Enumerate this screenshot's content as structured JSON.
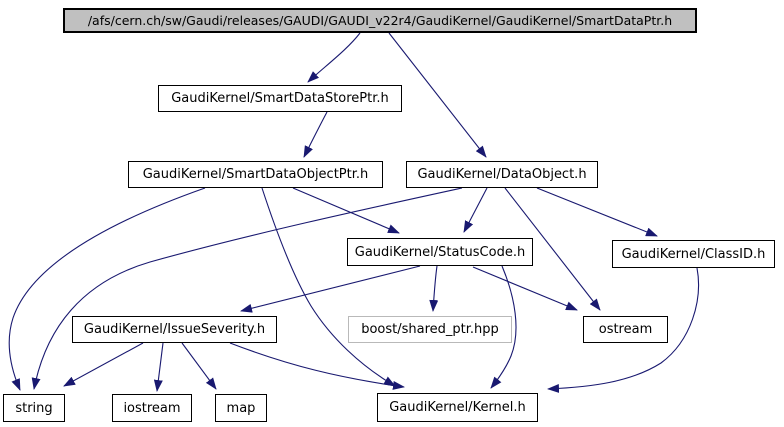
{
  "diagram": {
    "type": "include-dependency-graph",
    "colors": {
      "edge": "#191970",
      "node_border": "#000000",
      "title_fill": "#c0c0c0",
      "external_border": "#b9b9b9",
      "background": "#ffffff"
    },
    "nodes": [
      {
        "id": "smartdataptr",
        "label": "/afs/cern.ch/sw/Gaudi/releases/GAUDI/GAUDI_v22r4/GaudiKernel/GaudiKernel/SmartDataPtr.h",
        "kind": "title"
      },
      {
        "id": "smartdatastoreptr",
        "label": "GaudiKernel/SmartDataStorePtr.h",
        "kind": "header"
      },
      {
        "id": "smartdataobjectptr",
        "label": "GaudiKernel/SmartDataObjectPtr.h",
        "kind": "header"
      },
      {
        "id": "dataobject",
        "label": "GaudiKernel/DataObject.h",
        "kind": "header"
      },
      {
        "id": "statuscode",
        "label": "GaudiKernel/StatusCode.h",
        "kind": "header"
      },
      {
        "id": "classid",
        "label": "GaudiKernel/ClassID.h",
        "kind": "header"
      },
      {
        "id": "issueseverity",
        "label": "GaudiKernel/IssueSeverity.h",
        "kind": "header"
      },
      {
        "id": "boost_shared_ptr",
        "label": "boost/shared_ptr.hpp",
        "kind": "external"
      },
      {
        "id": "ostream",
        "label": "ostream",
        "kind": "system"
      },
      {
        "id": "string",
        "label": "string",
        "kind": "system"
      },
      {
        "id": "iostream",
        "label": "iostream",
        "kind": "system"
      },
      {
        "id": "map",
        "label": "map",
        "kind": "system"
      },
      {
        "id": "kernel",
        "label": "GaudiKernel/Kernel.h",
        "kind": "header"
      }
    ],
    "edges": [
      {
        "from": "smartdataptr",
        "to": "smartdatastoreptr"
      },
      {
        "from": "smartdataptr",
        "to": "dataobject"
      },
      {
        "from": "smartdatastoreptr",
        "to": "smartdataobjectptr"
      },
      {
        "from": "smartdataobjectptr",
        "to": "string"
      },
      {
        "from": "smartdataobjectptr",
        "to": "kernel"
      },
      {
        "from": "smartdataobjectptr",
        "to": "statuscode"
      },
      {
        "from": "dataobject",
        "to": "statuscode"
      },
      {
        "from": "dataobject",
        "to": "classid"
      },
      {
        "from": "dataobject",
        "to": "ostream"
      },
      {
        "from": "dataobject",
        "to": "string"
      },
      {
        "from": "statuscode",
        "to": "issueseverity"
      },
      {
        "from": "statuscode",
        "to": "boost_shared_ptr"
      },
      {
        "from": "statuscode",
        "to": "ostream"
      },
      {
        "from": "statuscode",
        "to": "kernel"
      },
      {
        "from": "classid",
        "to": "kernel"
      },
      {
        "from": "issueseverity",
        "to": "string"
      },
      {
        "from": "issueseverity",
        "to": "iostream"
      },
      {
        "from": "issueseverity",
        "to": "map"
      },
      {
        "from": "issueseverity",
        "to": "kernel"
      }
    ]
  }
}
